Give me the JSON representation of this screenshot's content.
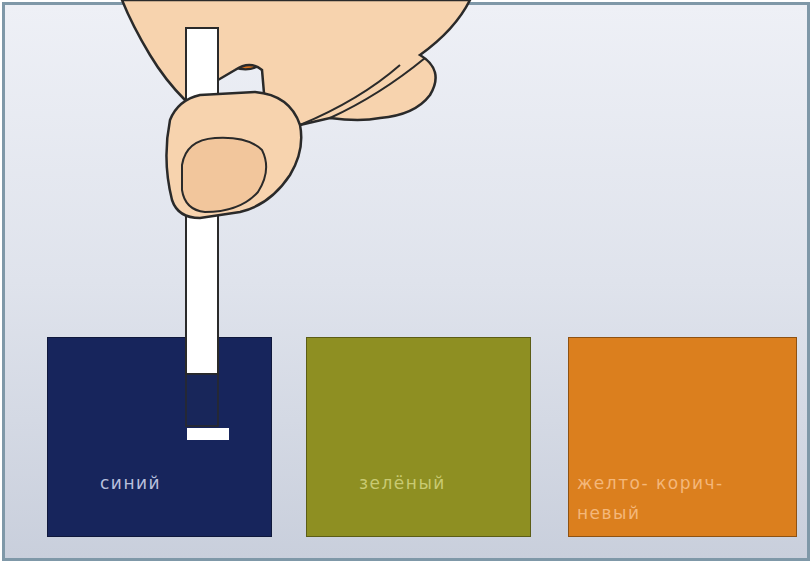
{
  "diagram": {
    "nodes": [
      {
        "text": [
          "синий"
        ]
      },
      {
        "text": [
          "зелёный"
        ]
      },
      {
        "text": [
          "желто- корич- невый"
        ]
      }
    ]
  }
}
